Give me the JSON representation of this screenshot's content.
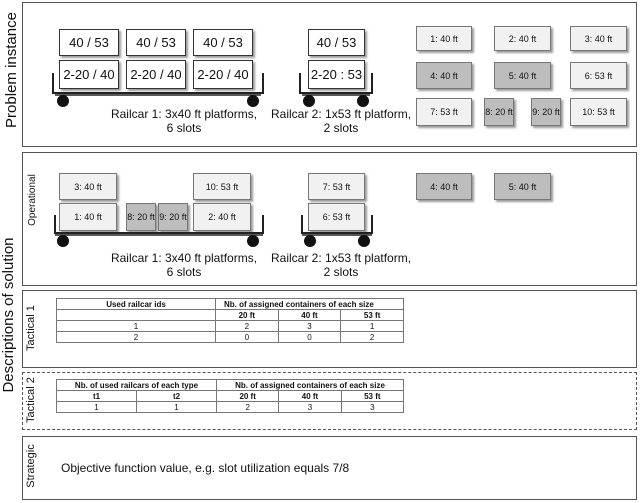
{
  "sections": {
    "problem_instance": "Problem instance",
    "descriptions_of_solution": "Descriptions of solution",
    "operational": "Operational",
    "tactical1": "Tactical 1",
    "tactical2": "Tactical 2",
    "strategic": "Strategic"
  },
  "problem": {
    "railcar1": {
      "top_slots": [
        "40 / 53",
        "40 / 53",
        "40 / 53"
      ],
      "bottom_slots": [
        "2-20 / 40",
        "2-20 / 40",
        "2-20 / 40"
      ],
      "label_line1": "Railcar 1: 3x40 ft platforms,",
      "label_line2": "6 slots"
    },
    "railcar2": {
      "top_slot": "40 / 53",
      "bottom_slot": "2-20 : 53",
      "label_line1": "Railcar 2: 1x53 ft platform,",
      "label_line2": "2 slots"
    },
    "containers": [
      {
        "label": "1: 40 ft"
      },
      {
        "label": "2: 40 ft"
      },
      {
        "label": "3: 40 ft"
      },
      {
        "label": "4: 40 ft"
      },
      {
        "label": "5: 40 ft"
      },
      {
        "label": "6: 53 ft"
      },
      {
        "label": "7: 53 ft"
      },
      {
        "label": "8: 20 ft"
      },
      {
        "label": "9: 20 ft"
      },
      {
        "label": "10: 53 ft"
      }
    ]
  },
  "operational": {
    "car1": {
      "c3": "3: 40 ft",
      "c10": "10: 53 ft",
      "c1": "1: 40 ft",
      "c8": "8: 20 ft",
      "c9": "9: 20 ft",
      "c2": "2: 40 ft",
      "label_line1": "Railcar 1: 3x40 ft platforms,",
      "label_line2": "6 slots"
    },
    "car2": {
      "c7": "7: 53 ft",
      "c6": "6: 53 ft",
      "label_line1": "Railcar 2: 1x53 ft platform,",
      "label_line2": "2 slots"
    },
    "unassigned": [
      "4: 40 ft",
      "5: 40 ft"
    ]
  },
  "tactical1": {
    "header_ids": "Used railcar ids",
    "header_assigned": "Nb. of assigned containers  of each size",
    "sizes": [
      "20 ft",
      "40 ft",
      "53 ft"
    ],
    "rows": [
      {
        "id": "1",
        "v20": "2",
        "v40": "3",
        "v53": "1"
      },
      {
        "id": "2",
        "v20": "0",
        "v40": "0",
        "v53": "2"
      }
    ]
  },
  "tactical2": {
    "header_used": "Nb. of used railcars of  each type",
    "header_assigned": "Nb. of assigned containers  of each size",
    "types": [
      "t1",
      "t2"
    ],
    "sizes": [
      "20 ft",
      "40 ft",
      "53 ft"
    ],
    "row": {
      "t1": "1",
      "t2": "1",
      "v20": "2",
      "v40": "3",
      "v53": "3"
    }
  },
  "strategic": {
    "text": "Objective function value, e.g. slot utilization equals 7/8"
  }
}
